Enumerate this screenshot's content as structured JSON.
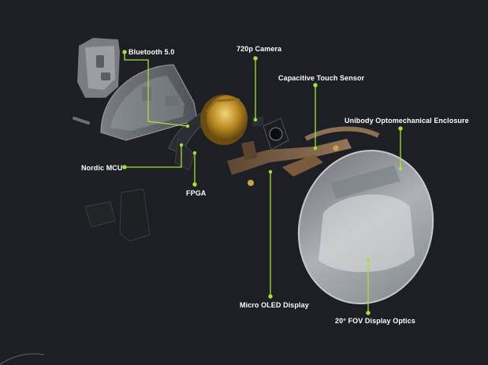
{
  "diagram": {
    "accent_color": "#a6e22e",
    "background_color": "#1c1f23",
    "labels": {
      "bluetooth": "Bluetooth 5.0",
      "camera": "720p Camera",
      "touch_sensor": "Capacitive Touch Sensor",
      "enclosure": "Unibody Optomechanical Enclosure",
      "nordic_mcu": "Nordic MCU",
      "fpga": "FPGA",
      "oled": "Micro OLED Display",
      "optics": "20° FOV Display Optics"
    }
  }
}
